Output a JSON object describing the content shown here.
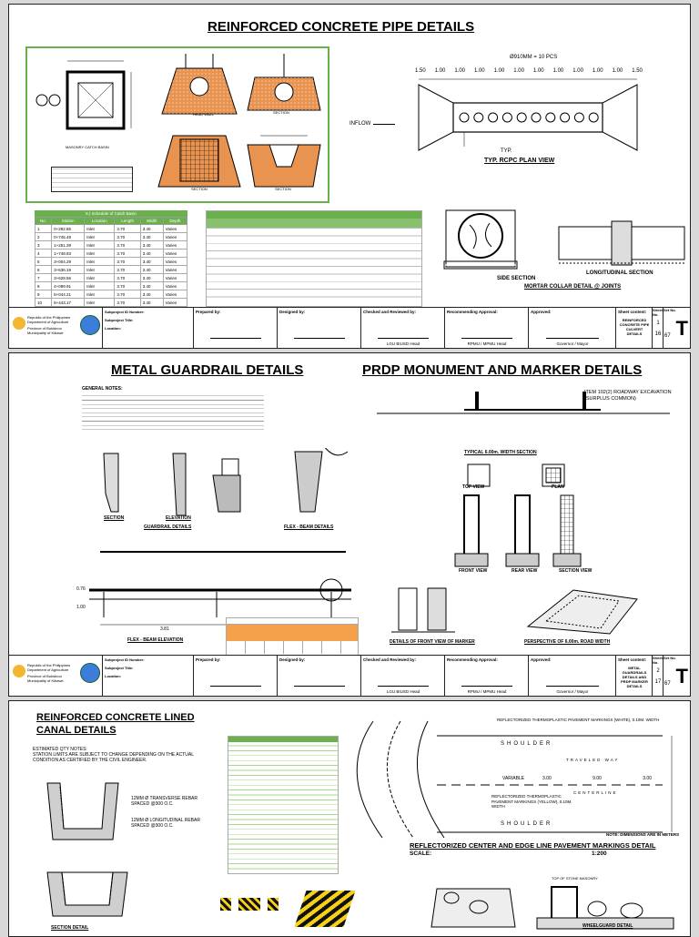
{
  "sheets": {
    "s1": {
      "title": "REINFORCED CONCRETE PIPE DETAILS",
      "pcs": "Ø910MM = 10 PCS",
      "spacing": [
        "1.50",
        "1.00",
        "1.00",
        "1.00",
        "1.00",
        "1.00",
        "1.00",
        "1.00",
        "1.00",
        "1.00",
        "1.00",
        "1.50"
      ],
      "inflow": "INFLOW",
      "plan_label": "TYP. RCPC PLAN VIEW",
      "typ": "TYP.",
      "side_section": "SIDE SECTION",
      "longitudinal": "LONGITUDINAL SECTION",
      "mortar_collar": "MORTAR COLLAR DETAIL @ JOINTS",
      "masonry_label": "MASONRY CATCH BASIN",
      "section": "SECTION",
      "headwall": "HEAD WALL",
      "catch_table_title": "8.) Schedule of Catch Basin",
      "catch_headers": [
        "No.",
        "Station",
        "Location",
        "Length",
        "Width",
        "Depth"
      ],
      "catch_rows": [
        [
          "1",
          "0+292.85",
          "Inlet",
          "3.70",
          "3.40",
          "Varies"
        ],
        [
          "2",
          "0+745.49",
          "Inlet",
          "3.70",
          "3.40",
          "Varies"
        ],
        [
          "3",
          "1+251.39",
          "Inlet",
          "3.70",
          "3.40",
          "Varies"
        ],
        [
          "4",
          "1+748.93",
          "Inlet",
          "3.70",
          "3.40",
          "Varies"
        ],
        [
          "5",
          "3+004.29",
          "Inlet",
          "3.70",
          "3.40",
          "Varies"
        ],
        [
          "6",
          "3+636.19",
          "Inlet",
          "3.70",
          "3.40",
          "Varies"
        ],
        [
          "7",
          "3+628.56",
          "Inlet",
          "3.70",
          "3.40",
          "Varies"
        ],
        [
          "8",
          "4+089.91",
          "Inlet",
          "3.70",
          "3.40",
          "Varies"
        ],
        [
          "9",
          "5+044.21",
          "Inlet",
          "3.70",
          "3.40",
          "Varies"
        ],
        [
          "10",
          "6+443.17",
          "Inlet",
          "3.70",
          "3.40",
          "Varies"
        ]
      ],
      "sheet_content": "REINFORCED CONCRETE PIPE CULVERT DETAILS",
      "sheet_no": "1",
      "sheet_num": "16",
      "sheet_total": "67"
    },
    "s2": {
      "title_left": "METAL GUARDRAIL DETAILS",
      "title_right": "PRDP MONUMENT AND MARKER DETAILS",
      "general_notes": "GENERAL NOTES:",
      "section": "SECTION",
      "elevation": "ELEVATION",
      "guardrail_details": "GUARDRAIL DETAILS",
      "flex_beam": "FLEX - BEAM DETAILS",
      "flex_beam_elev": "FLEX - BEAM ELEVATION",
      "dim_381": "3.81",
      "dim_076": "0.76",
      "dim_100": "1.00",
      "excavation": "ITEM 102(2) ROADWAY EXCAVATION (SURPLUS COMMON)",
      "typical_section": "TYPICAL 6.00m. WIDTH SECTION",
      "top_view": "TOP VIEW",
      "plan": "PLAN",
      "front_view": "FRONT VIEW",
      "rear_view": "REAR VIEW",
      "section_view": "SECTION VIEW",
      "details_front": "DETAILS OF FRONT VIEW OF MARKER",
      "perspective": "PERSPECTIVE OF 6.00m. ROAD WIDTH",
      "sheet_content": "METAL GUARDRAILS DETAILS AND PRDP MARKER DETAILS",
      "sheet_no": "2",
      "sheet_num": "17",
      "sheet_total": "67"
    },
    "s3": {
      "title_1": "REINFORCED CONCRETE LINED",
      "title_2": "CANAL DETAILS",
      "estimated_notes": "ESTIMATED QTY NOTES:",
      "notes_body": "STATION LIMITS ARE SUBJECT TO CHANGE DEPENDING ON THE ACTUAL CONDITION AS CERTIFIED BY THE CIVIL ENGINEER.",
      "rebar_1": "12MM Ø TRANSVERSE REBAR SPACED @300 O.C.",
      "rebar_2": "12MM Ø LONGITUDINAL REBAR SPACED @300 O.C.",
      "section_detail": "SECTION DETAIL",
      "reflect_1": "REFLECTORIZED THERMOPLASTIC PAVEMENT MARKINGS (WHITE), 0.10M. WIDTH",
      "reflect_2": "REFLECTORIZED THERMOPLASTIC PAVEMENT MARKINGS (YELLOW), 0.10M. WIDTH",
      "shoulder": "SHOULDER",
      "traveled_way": "TRAVELED WAY",
      "centerline": "CENTERLINE",
      "variable": "VARIABLE",
      "dims": [
        "3.00",
        "9.00",
        "3.00"
      ],
      "note": "NOTE: DIMENSIONS ARE IN METERS",
      "pavement_title": "REFLECTORIZED CENTER AND EDGE LINE PAVEMENT MARKINGS DETAIL",
      "scale_label": "SCALE:",
      "scale_value": "1:200",
      "wheelguard": "WHEELGUARD DETAIL",
      "top_stone": "TOP OF STONE MASONRY"
    },
    "titleblock": {
      "agency": "Republic of the Philippines Department of Agriculture",
      "province": "Province of Bukidnon",
      "municipality": "Municipality of Kibawe",
      "subproject": "Subproject ID Number:",
      "subproject_title": "Subproject Title:",
      "location": "Location:",
      "prepared_by": "Prepared by:",
      "designed_by": "Designed by:",
      "checked_by": "Checked and Reviewed by:",
      "recommending": "Recommending Approval:",
      "approved": "Approved:",
      "sheet_content": "Sheet content:",
      "sheet_no_label": "Sheet No.",
      "set_no_label": "Set No.",
      "sig_checked": "LGU BIUSD Head",
      "sig_recommend": "RPMU / MPMU Head",
      "sig_approve": "Governor / Mayor",
      "set_letter": "T"
    }
  }
}
